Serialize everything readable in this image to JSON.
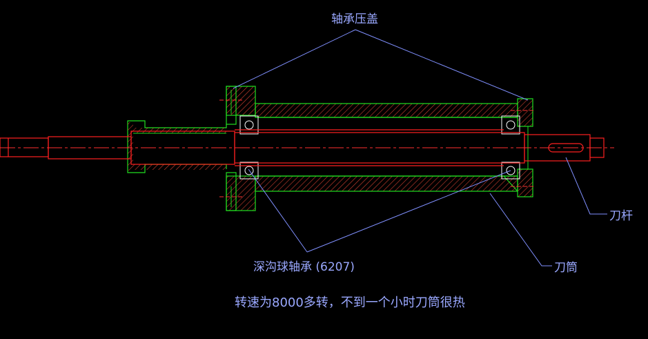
{
  "labels": {
    "bearing_cover": "轴承压盖",
    "tool_bar": "刀杆",
    "tool_sleeve": "刀筒",
    "bearing": "深沟球轴承 (6207)",
    "caption": "转速为8000多转，不到一个小时刀筒很热"
  },
  "colors": {
    "background": "#000000",
    "shaft": "#ff2020",
    "housing": "#20e020",
    "hatch": "#d04030",
    "leader": "#8090ff",
    "centerline": "#ff3030",
    "bearing": "#ffffff"
  }
}
